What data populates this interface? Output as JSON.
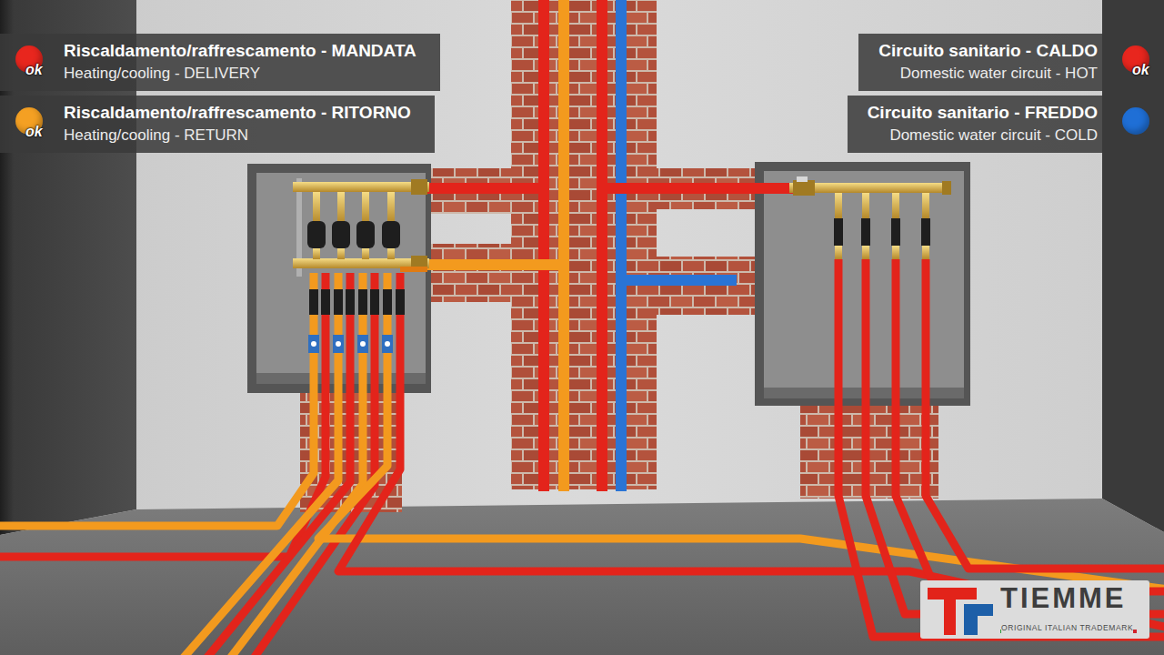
{
  "diagram": {
    "labels": [
      "Heating/cooling - DELIVERY",
      "ok",
      "Heating/cooling - RETURN",
      "ok",
      "Domestic water circuit - HOT",
      "ok",
      "Domestic water circuit - COLD",
      "TIEMME",
      "ORIGINAL ITALIAN TRADEMARK"
    ],
    "legend": [
      {
        "text": "Riscaldamento/raffrescamento - MANDATA",
        "color": "#e8261e"
      },
      {
        "text": "Riscaldamento/raffrescamento - RITORNO",
        "color": "#f4a023"
      },
      {
        "text": "Circuito sanitario - CALDO",
        "color": "#e8261e"
      },
      {
        "text": "Circuito sanitario - FREDDO",
        "color": "#1f6fd6"
      }
    ]
  }
}
